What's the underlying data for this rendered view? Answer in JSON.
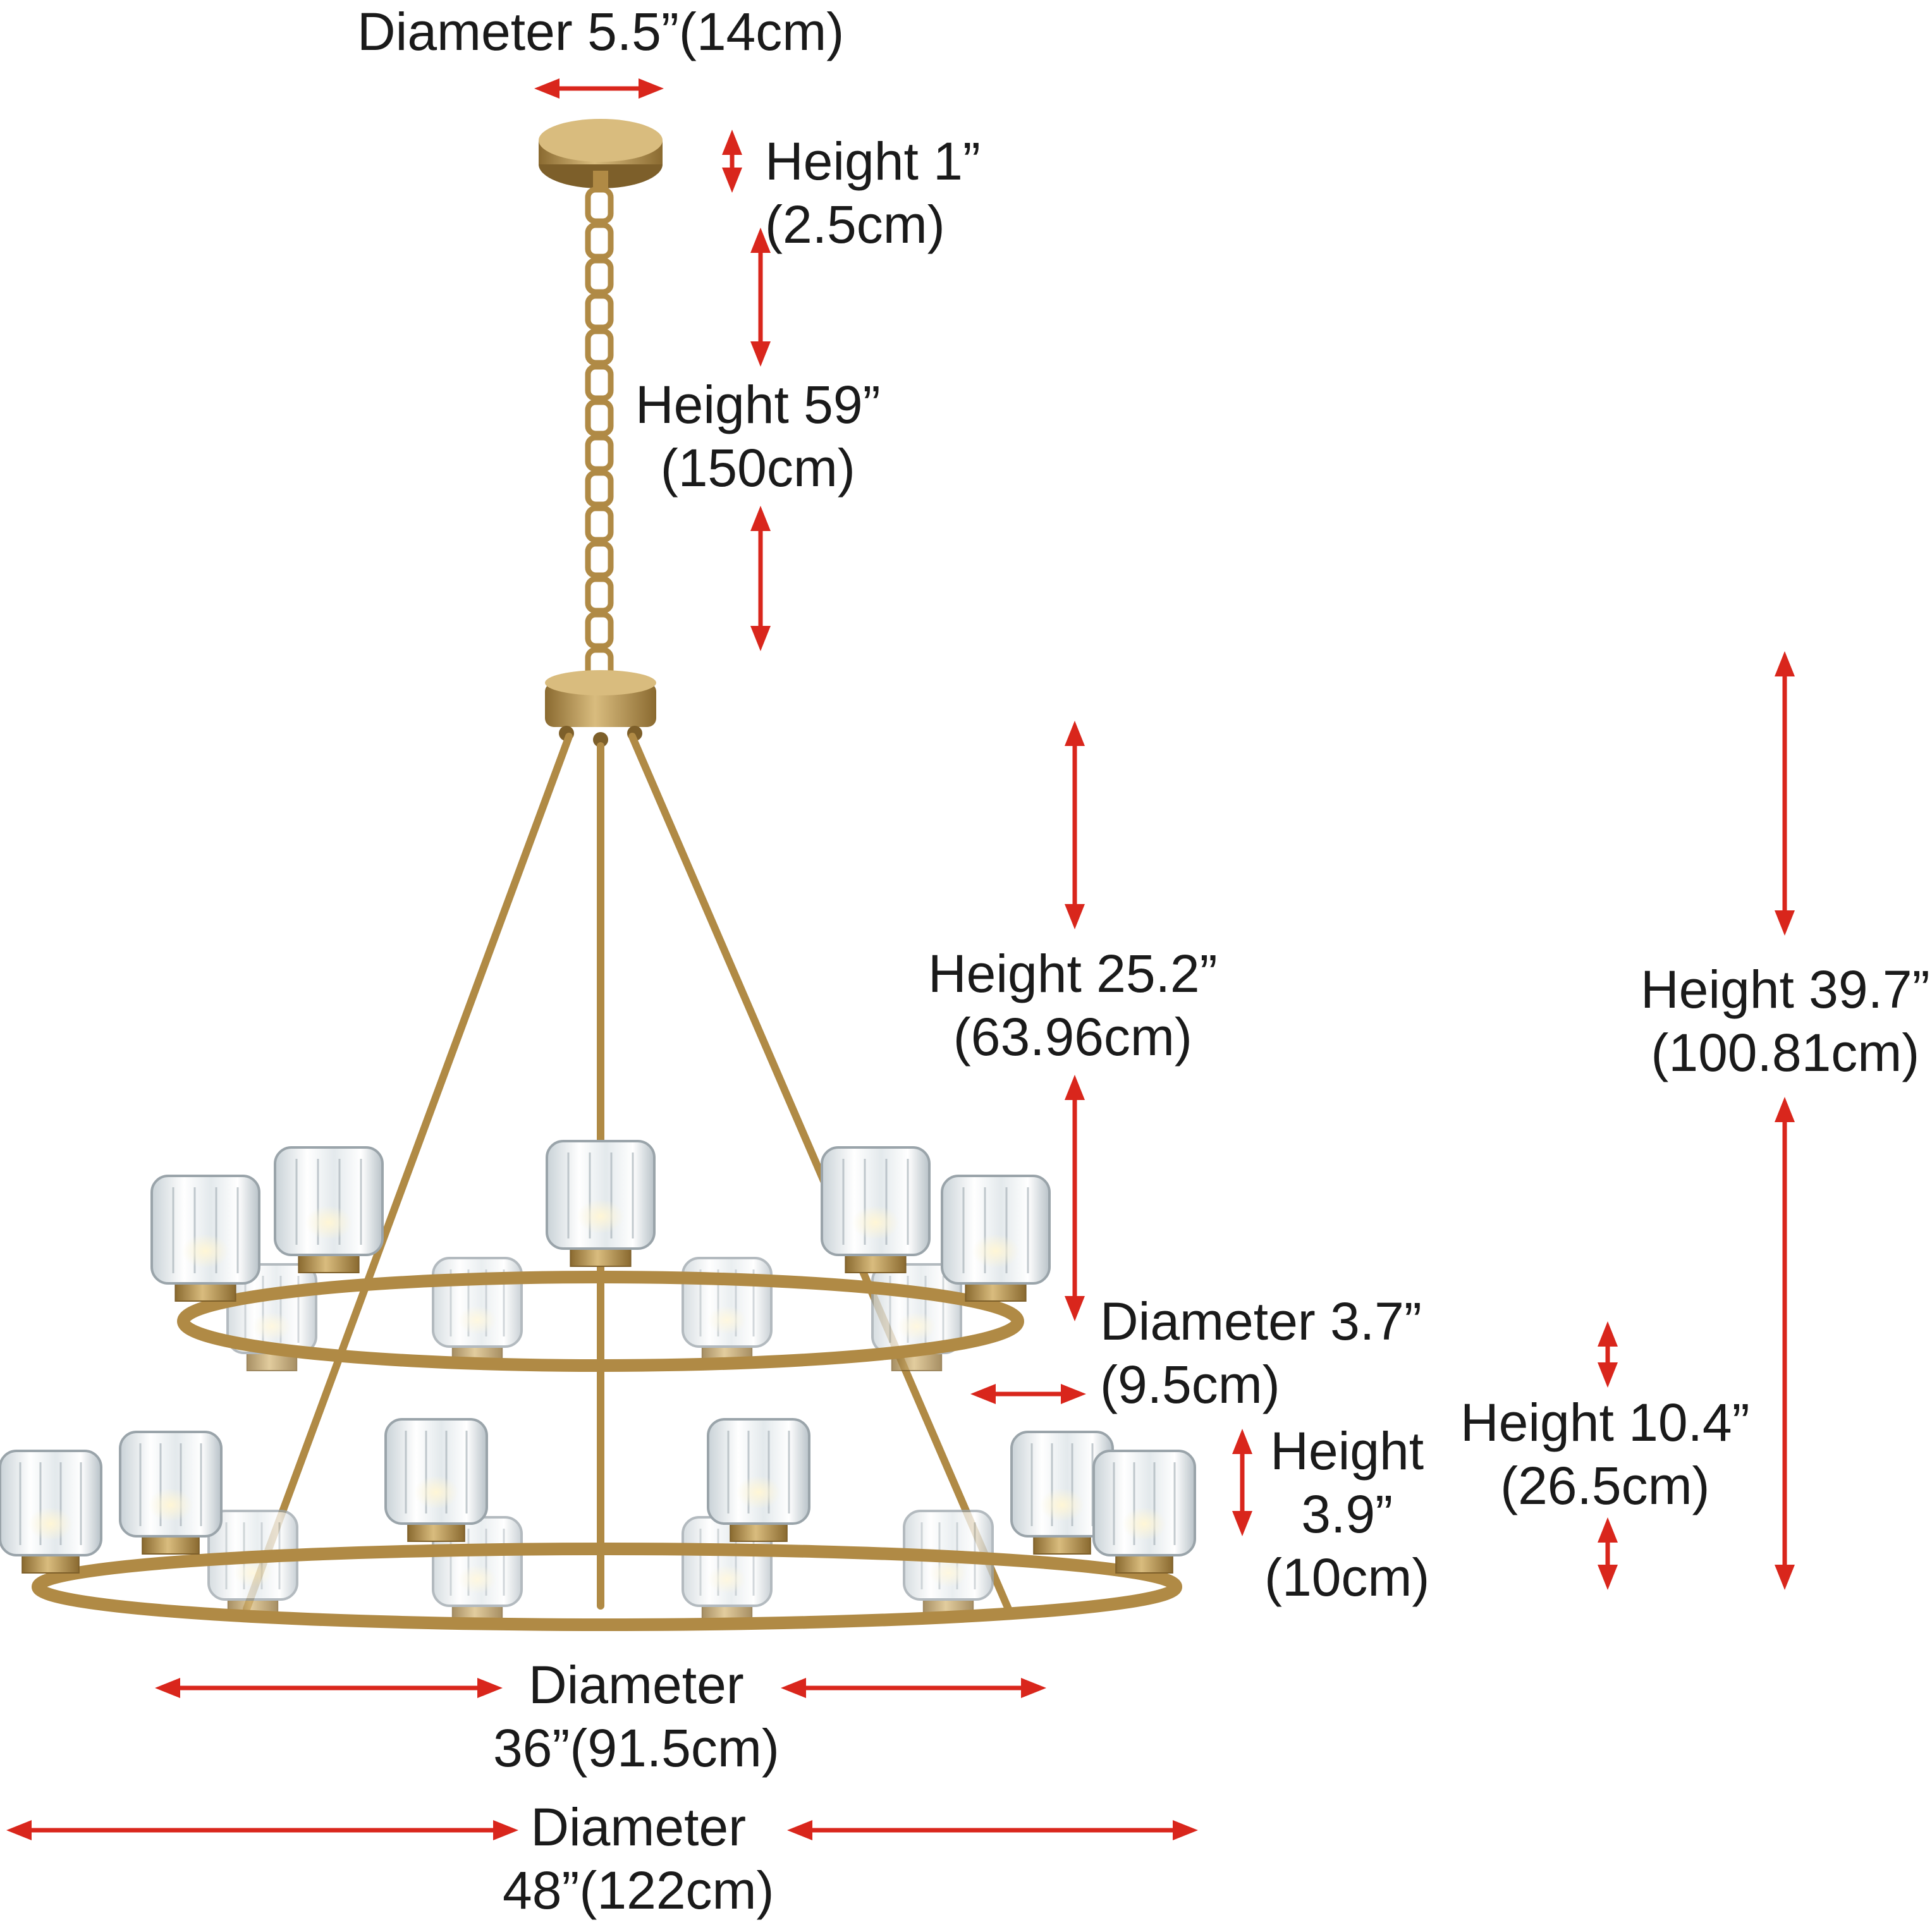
{
  "colors": {
    "arrow": "#d9261c",
    "brass": "#b08a45",
    "brass_dark": "#7d5f2a",
    "brass_light": "#d9bc7e",
    "glass": "#eef2f4",
    "glass_edge": "#9aa4aa",
    "text": "#1a1a1a"
  },
  "labels": {
    "canopy_diameter": {
      "line1": "Diameter 5.5”(14cm)"
    },
    "canopy_height": {
      "line1": "Height 1”",
      "line2": "(2.5cm)"
    },
    "chain_height": {
      "line1": "Height 59”",
      "line2": "(150cm)"
    },
    "upper_height": {
      "line1": "Height 25.2”",
      "line2": "(63.96cm)"
    },
    "total_height": {
      "line1": "Height 39.7”",
      "line2": "(100.81cm)"
    },
    "shade_diameter": {
      "line1": "Diameter 3.7”",
      "line2": "(9.5cm)"
    },
    "shade_height": {
      "line1": "Height",
      "line2": "3.9”",
      "line3": "(10cm)"
    },
    "lower_tier_height": {
      "line1": "Height 10.4”",
      "line2": "(26.5cm)"
    },
    "upper_ring_diameter": {
      "line1": "Diameter",
      "line2": "36”(91.5cm)"
    },
    "lower_ring_diameter": {
      "line1": "Diameter",
      "line2": "48”(122cm)"
    }
  },
  "icons": {
    "arrow": "double-headed-arrow-icon",
    "shade": "crystal-shade-icon"
  }
}
